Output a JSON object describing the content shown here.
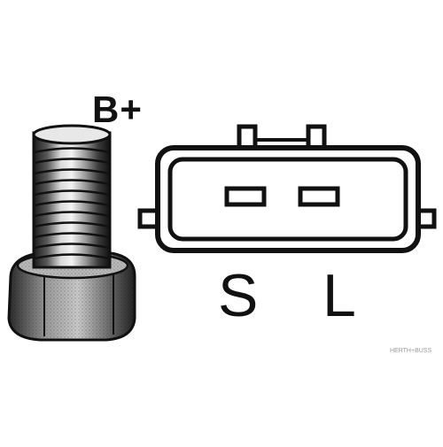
{
  "labels": {
    "b_plus": "B+",
    "s": "S",
    "l": "L",
    "watermark": "HERTH+BUSS"
  },
  "colors": {
    "ink": "#111111",
    "background": "#ffffff",
    "watermark": "#9a9a9a"
  },
  "icons": {
    "bolt": "threaded-stud-terminal-icon",
    "connector": "two-pin-plug-connector-icon"
  }
}
